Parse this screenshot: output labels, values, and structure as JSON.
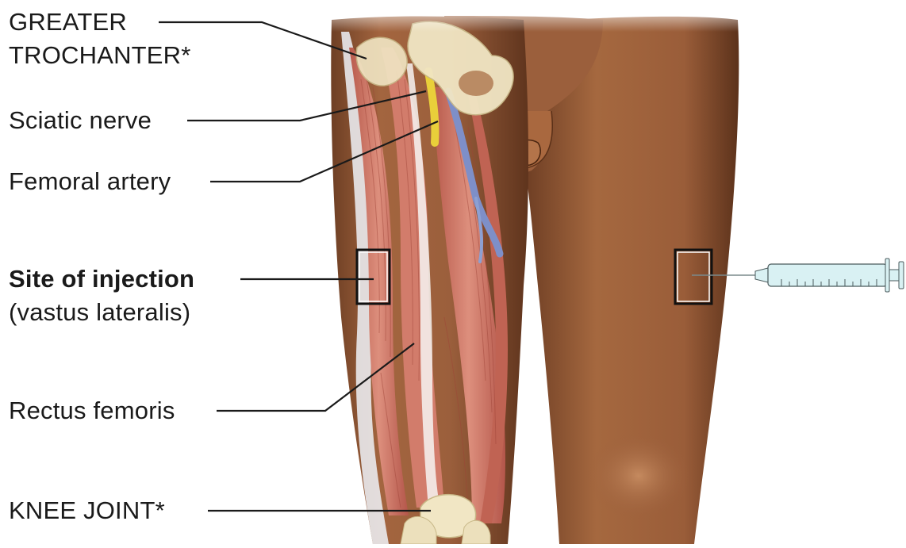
{
  "labels": {
    "greater_trochanter_line1": "GREATER",
    "greater_trochanter_line2": "TROCHANTER*",
    "sciatic_nerve": "Sciatic nerve",
    "femoral_artery": "Femoral artery",
    "site_of_injection": "Site of injection",
    "vastus_lateralis": "(vastus lateralis)",
    "rectus_femoris": "Rectus femoris",
    "knee_joint": "KNEE JOINT*"
  },
  "colors": {
    "skin": "#9b5f3c",
    "skin_shadow": "#6e3f24",
    "muscle": "#c8675a",
    "muscle_light": "#e29a88",
    "fascia": "#eef2f8",
    "bone": "#f1e6c4",
    "nerve": "#e9cf3a",
    "vein": "#7e8fc8",
    "leader_line": "#1a1a1a",
    "syringe": "#d9f1f3"
  }
}
